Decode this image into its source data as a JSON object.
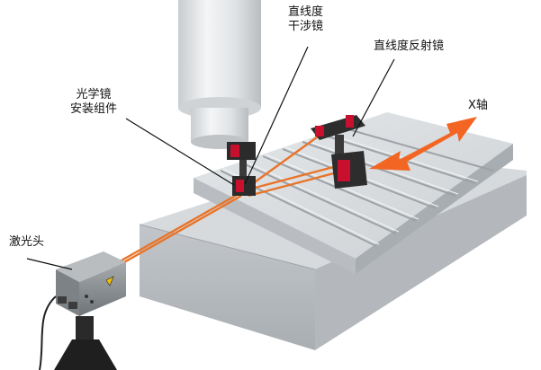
{
  "labels": {
    "optics_assembly": [
      "光学镜",
      "安装组件"
    ],
    "interferometer": [
      "直线度",
      "干涉镜"
    ],
    "reflector": "直线度反射镜",
    "x_axis": "X轴",
    "laser_head": "激光头"
  },
  "colors": {
    "laser_beam": "#e8742a",
    "arrow": "#f26522",
    "optic_red": "#c8102e",
    "table": "#d6d9dc",
    "spindle": "#e9ebec"
  },
  "icons": [
    "laser-warning-icon"
  ]
}
